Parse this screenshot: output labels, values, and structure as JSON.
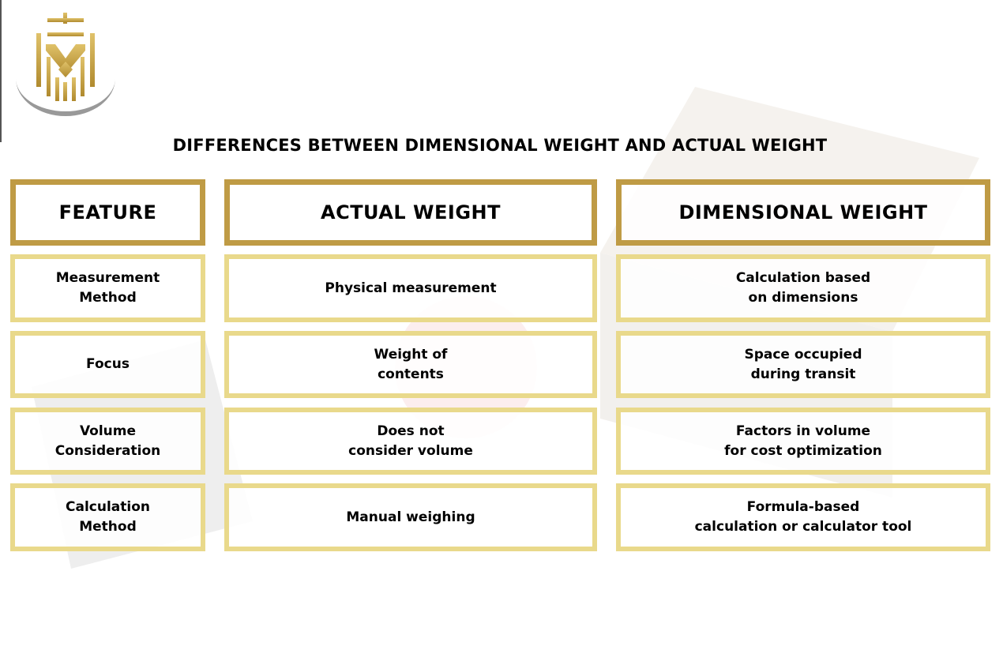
{
  "title": "DIFFERENCES BETWEEN DIMENSIONAL WEIGHT AND ACTUAL WEIGHT",
  "colors": {
    "header_border": "#bf9b45",
    "row_border": "#e9d98b",
    "logo_gold": "#c9a441"
  },
  "headers": [
    "FEATURE",
    "ACTUAL WEIGHT",
    "DIMENSIONAL WEIGHT"
  ],
  "rows": [
    {
      "feature": "Measurement\nMethod",
      "actual": "Physical measurement",
      "dimensional": "Calculation based\non dimensions"
    },
    {
      "feature": "Focus",
      "actual": "Weight of\ncontents",
      "dimensional": "Space occupied\nduring transit"
    },
    {
      "feature": "Volume\nConsideration",
      "actual": "Does not\nconsider volume",
      "dimensional": "Factors in volume\nfor cost optimization"
    },
    {
      "feature": "Calculation\nMethod",
      "actual": "Manual weighing",
      "dimensional": "Formula-based\ncalculation or calculator tool"
    }
  ]
}
